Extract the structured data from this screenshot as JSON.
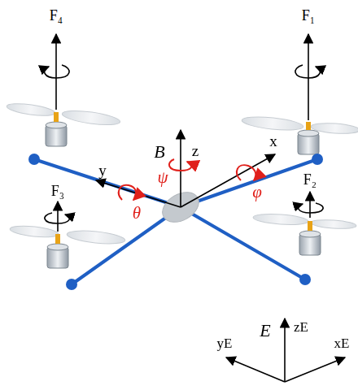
{
  "diagram": {
    "labels": [
      "F₄",
      "F₁",
      "B",
      "z",
      "ψ",
      "y",
      "x",
      "θ",
      "φ",
      "F₃",
      "F₂",
      "E",
      "zE",
      "yE",
      "xE"
    ]
  }
}
